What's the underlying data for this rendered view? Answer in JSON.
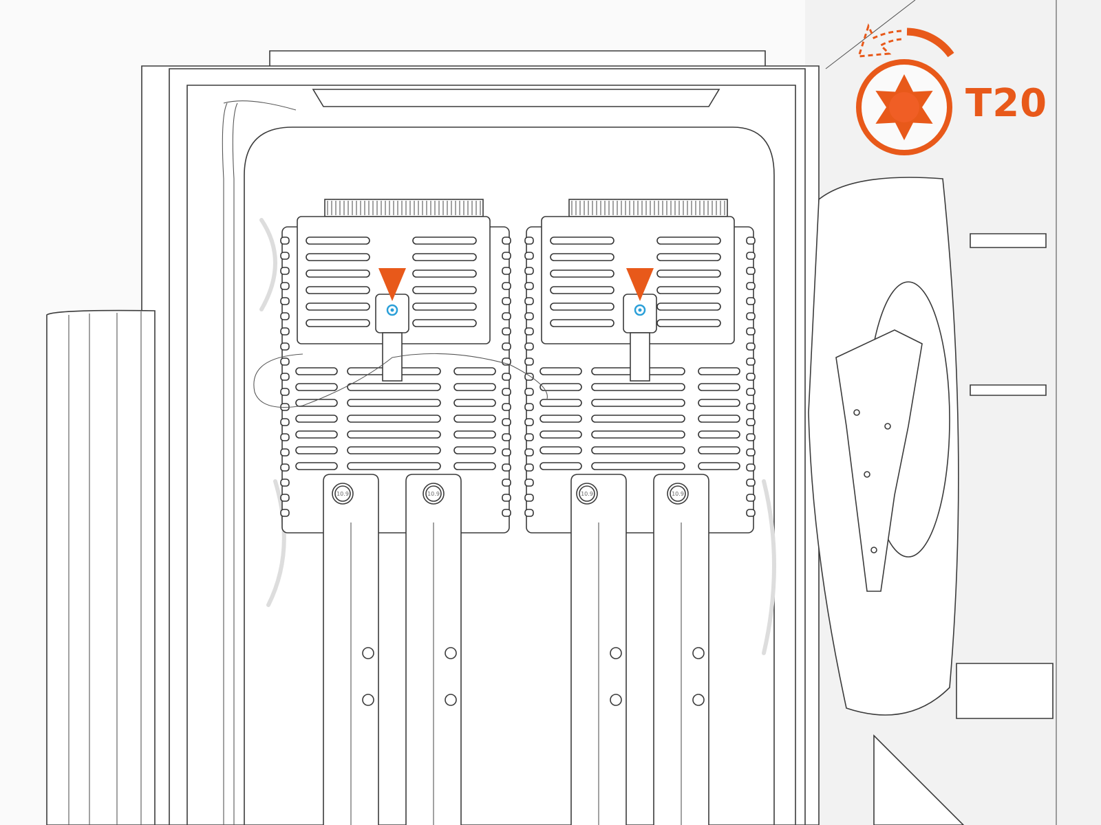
{
  "illustration": {
    "accent_color": "#e8591a",
    "screw_highlight_color": "#2a9fd8",
    "line_color": "#3a3a3a",
    "background_color": "#fafafa",
    "bolt_grade_marking": "10.9",
    "callouts": [
      {
        "icon": "down-arrow-marker",
        "target": "left-module-screw"
      },
      {
        "icon": "down-arrow-marker",
        "target": "right-module-screw"
      }
    ]
  },
  "tool_badge": {
    "icon": "torx-star-icon",
    "label": "T20",
    "direction_icon": "counterclockwise-rotation-arrow"
  }
}
